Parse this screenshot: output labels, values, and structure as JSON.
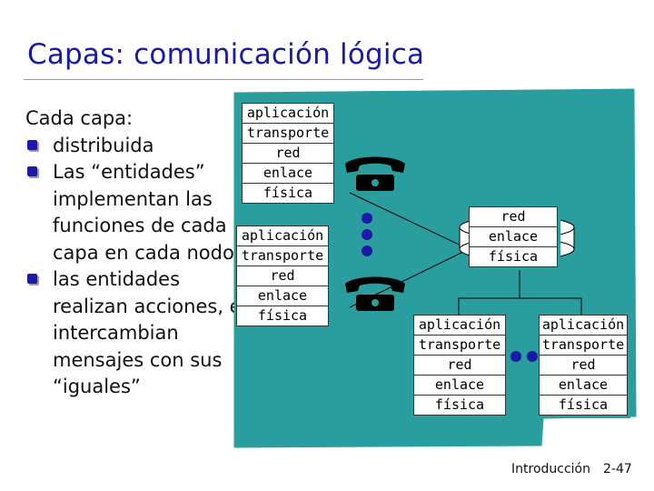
{
  "slide": {
    "title": "Capas: comunicación lógica",
    "intro": "Cada capa:",
    "bullets": [
      "distribuida",
      "Las “entidades” implementan las funciones de cada capa en cada nodo",
      "las entidades realizan acciones, e intercambian mensajes con sus “iguales”"
    ]
  },
  "stacks": {
    "host_top": [
      "aplicación",
      "transporte",
      "red",
      "enlace",
      "física"
    ],
    "host_mid": [
      "aplicación",
      "transporte",
      "red",
      "enlace",
      "física"
    ],
    "router": [
      "red",
      "enlace",
      "física"
    ],
    "host_bottom_left": [
      "aplicación",
      "transporte",
      "red",
      "enlace",
      "física"
    ],
    "host_bottom_right": [
      "aplicación",
      "transporte",
      "red",
      "enlace",
      "física"
    ]
  },
  "footer": {
    "section": "Introducción",
    "page": "2-47"
  },
  "colors": {
    "title": "#1a1aa8",
    "network_background": "#2a9e9e",
    "bullet": "#1a1aa8"
  },
  "icons": [
    "telephone-icon",
    "router-icon",
    "dots-icon",
    "network-cloud"
  ]
}
